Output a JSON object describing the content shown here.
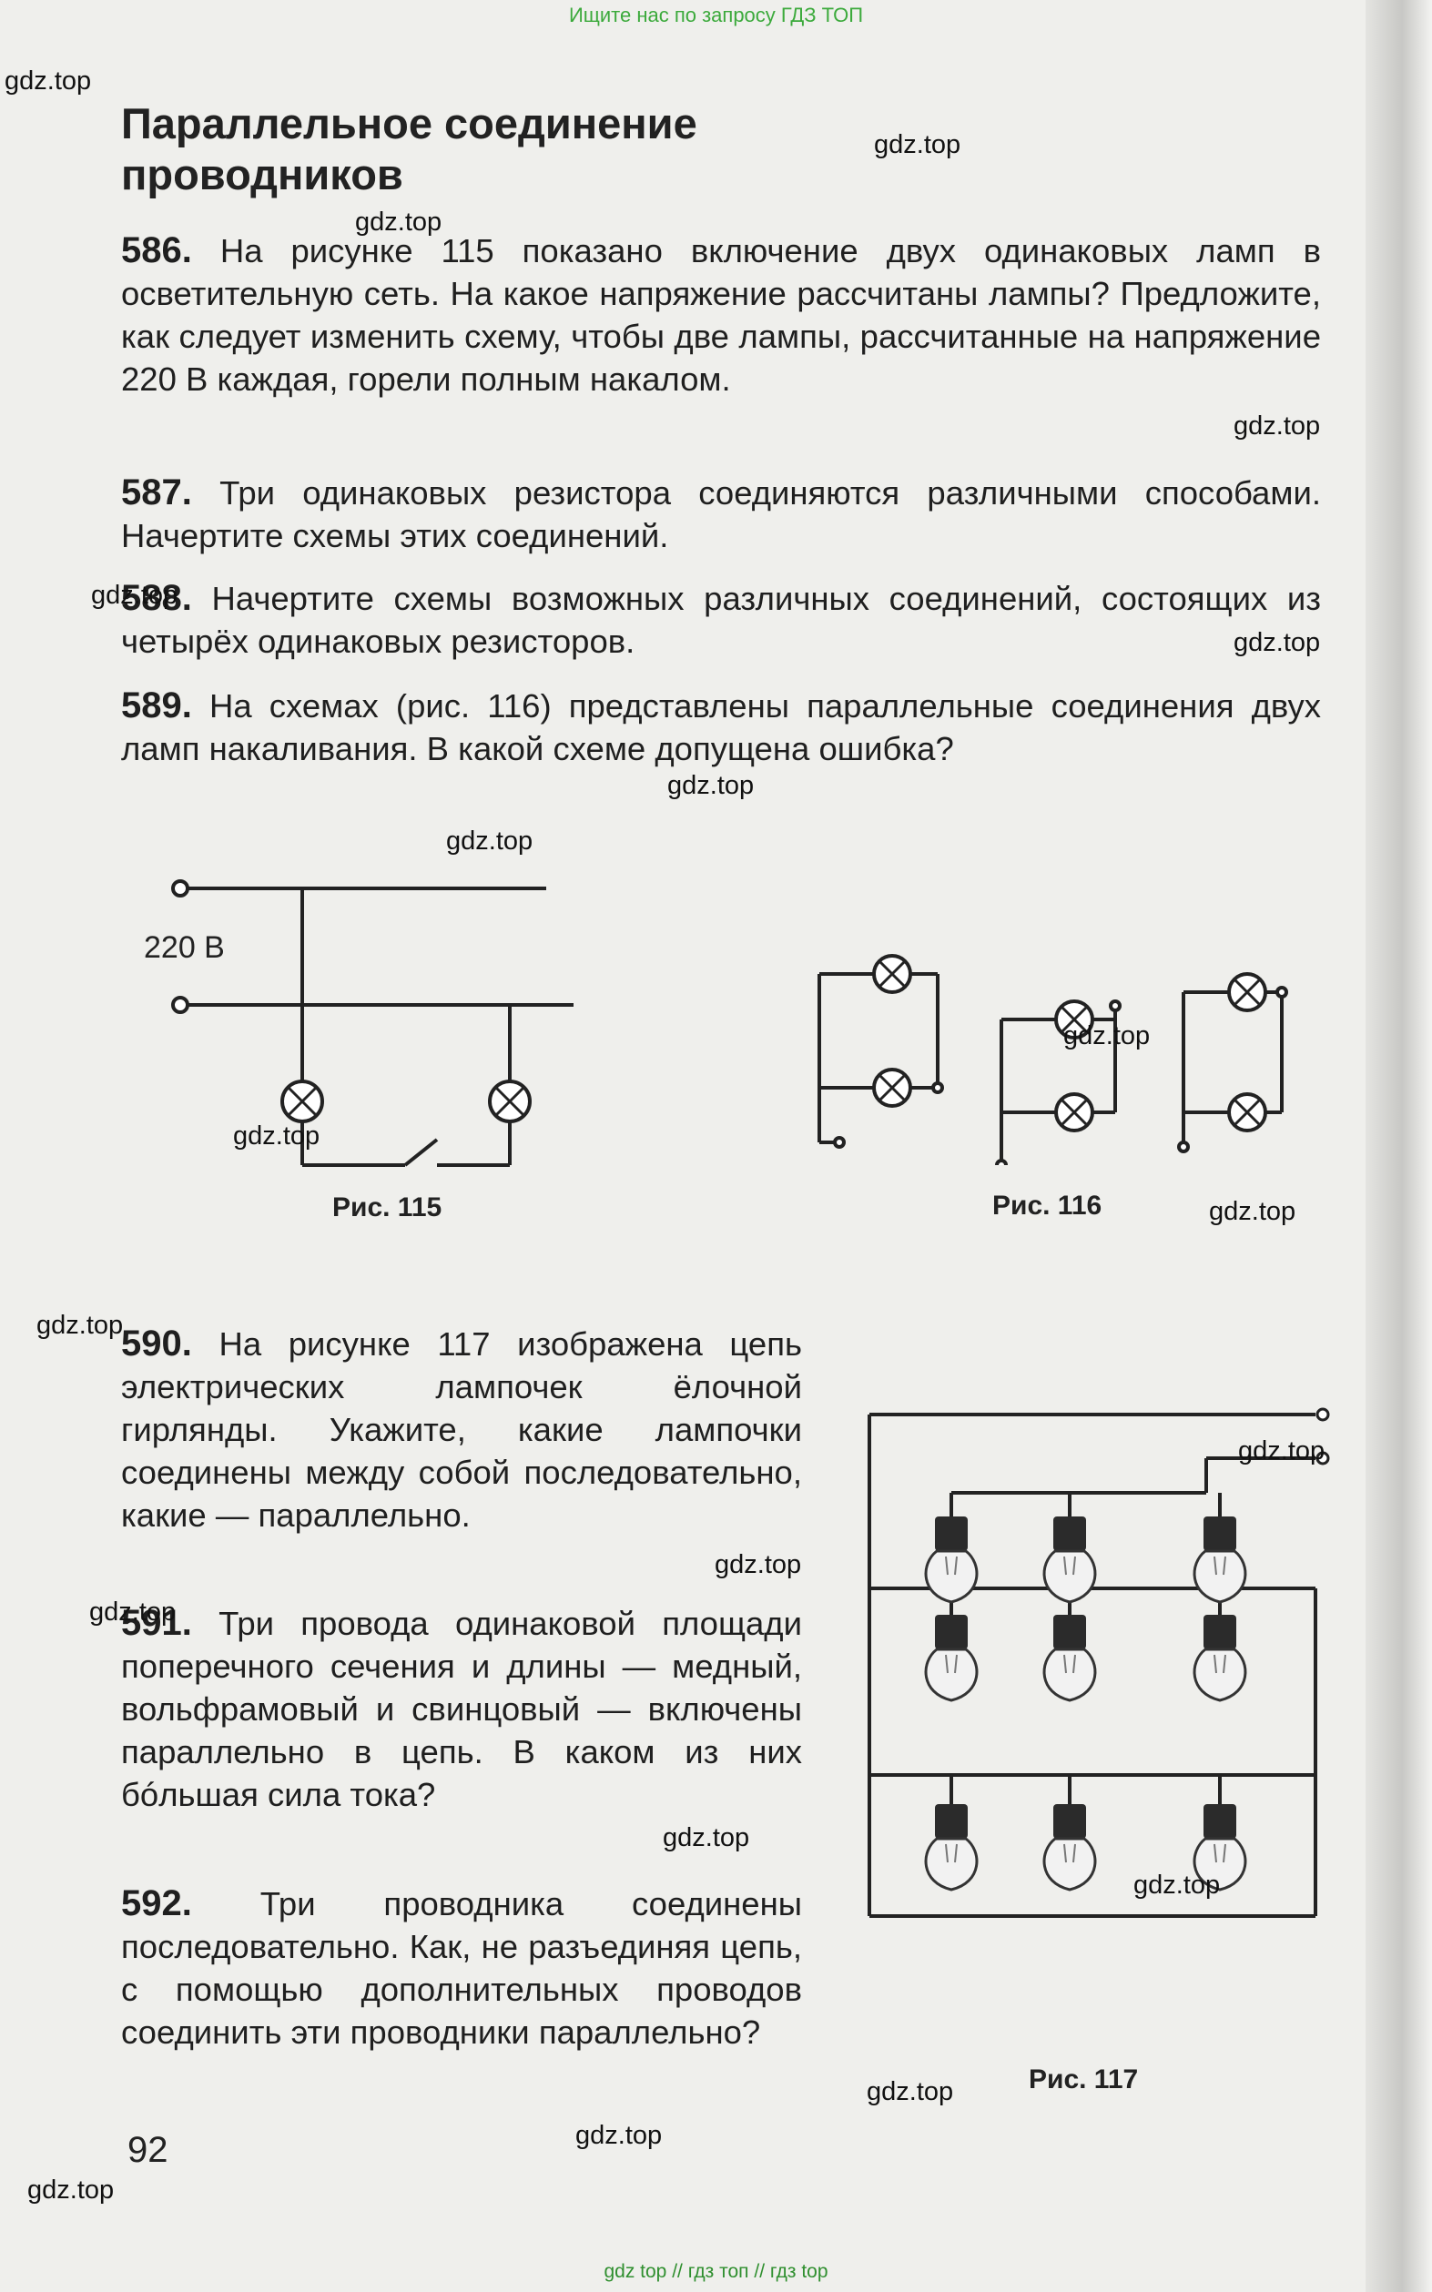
{
  "banner_top": "Ищите нас по запросу ГДЗ ТОП",
  "banner_bottom": "gdz top  //  гдз топ  //  гдз top",
  "watermark": "gdz.top",
  "section_title_line1": "Параллельное соединение",
  "section_title_line2": "проводников",
  "problems": [
    {
      "num": "586.",
      "text": "На рисунке 115 показано включение двух одинаковых ламп в осветительную сеть. На какое напряжение рассчитаны лампы? Предложите, как следует изменить схему, чтобы две лампы, рассчитанные на напряжение 220 В каждая, горели полным накалом."
    },
    {
      "num": "587.",
      "text": "Три одинаковых резистора соединяются различными способами. Начертите схемы этих соединений."
    },
    {
      "num": "588.",
      "text": "Начертите схемы возможных различных соединений, состоящих из четырёх одинаковых резисторов."
    },
    {
      "num": "589.",
      "text": "На схемах (рис. 116) представлены параллельные соединения двух ламп накаливания. В какой схеме допущена ошибка?"
    },
    {
      "num": "590.",
      "text": "На рисунке 117 изображена цепь электрических лампочек ёлочной гирлянды. Укажите, какие лампочки соединены между собой последовательно, какие — параллельно."
    },
    {
      "num": "591.",
      "text": "Три провода одинаковой площади поперечного сечения и длины — медный, вольфрамовый и свинцовый — включены параллельно в цепь. В каком из них бóльшая сила тока?"
    },
    {
      "num": "592.",
      "text": "Три проводника соединены последовательно. Как, не разъединяя цепь, с помощью дополнительных проводов соединить эти проводники параллельно?"
    }
  ],
  "fig115": {
    "voltage_label": "220 В",
    "caption": "Рис. 115"
  },
  "fig116": {
    "caption": "Рис. 116"
  },
  "fig117": {
    "caption": "Рис. 117"
  },
  "page_number": "92"
}
